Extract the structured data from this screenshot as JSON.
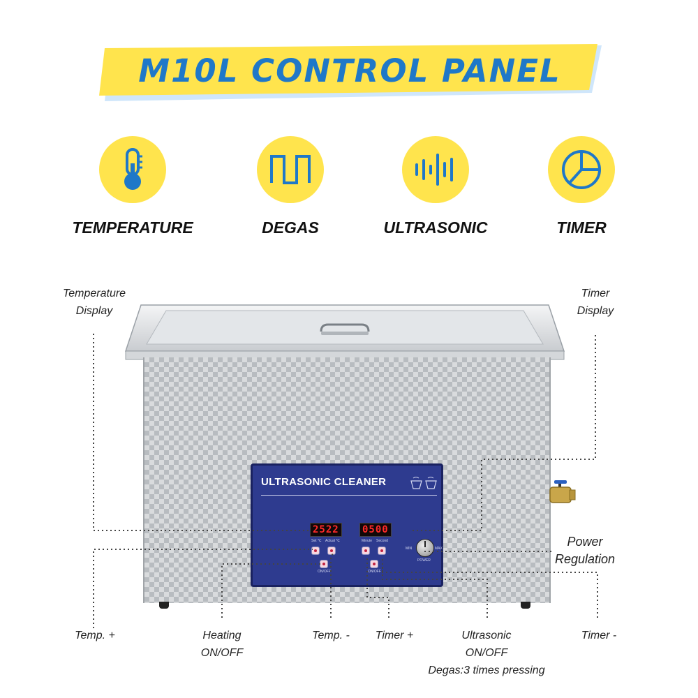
{
  "header": {
    "title": "M10L CONTROL PANEL"
  },
  "features": [
    {
      "label": "TEMPERATURE",
      "icon": "thermometer-icon"
    },
    {
      "label": "DEGAS",
      "icon": "square-wave-icon"
    },
    {
      "label": "ULTRASONIC",
      "icon": "sound-wave-icon"
    },
    {
      "label": "TIMER",
      "icon": "timer-pie-icon"
    }
  ],
  "callouts": {
    "temperature_display": [
      "Temperature",
      "Display"
    ],
    "timer_display": [
      "Timer",
      "Display"
    ],
    "power_regulation": [
      "Power",
      "Regulation"
    ],
    "temp_plus": "Temp. +",
    "heating": [
      "Heating",
      "ON/OFF"
    ],
    "temp_minus": "Temp. -",
    "timer_plus": "Timer +",
    "ultrasonic": [
      "Ultrasonic",
      "ON/OFF",
      "Degas:3 times pressing"
    ],
    "timer_minus": "Timer -"
  },
  "panel": {
    "title": "ULTRASONIC CLEANER",
    "temp_display": "2522",
    "timer_display": "0500",
    "temp_labels": [
      "Set ℃",
      "Actual ℃"
    ],
    "timer_labels": [
      "Minute",
      "Second"
    ],
    "onoff_label": "ON/OFF",
    "power_label": "POWER",
    "min_label": "MIN",
    "max_label": "MAX"
  },
  "colors": {
    "accent_yellow": "#ffe44d",
    "title_blue": "#1f78c8",
    "panel_blue": "#2e3b8f",
    "digit_red": "#ff2a2a"
  }
}
